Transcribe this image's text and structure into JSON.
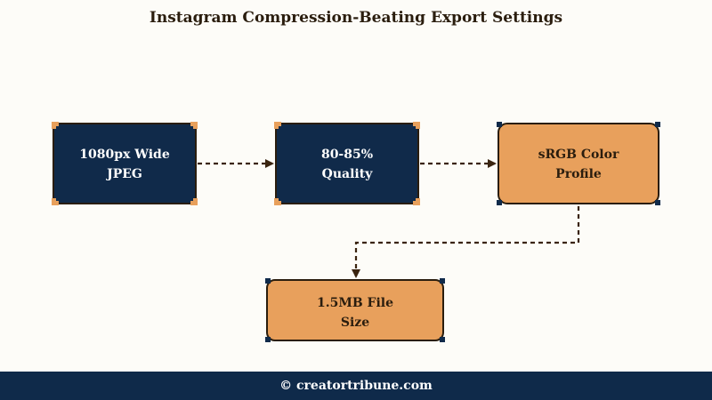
{
  "title": "Instagram Compression-Beating Export Settings",
  "nodes": [
    {
      "line1": "1080px Wide",
      "line2": "JPEG"
    },
    {
      "line1": "80-85%",
      "line2": "Quality"
    },
    {
      "line1": "sRGB Color",
      "line2": "Profile"
    },
    {
      "line1": "1.5MB File",
      "line2": "Size"
    }
  ],
  "colors": {
    "navy": "#102a4a",
    "orange": "#e8a05c",
    "border": "#2a1d0e",
    "arrow": "#3a2410"
  },
  "footer": {
    "text": "© creatortribune.com"
  }
}
